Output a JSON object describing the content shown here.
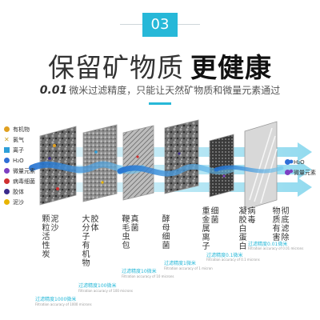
{
  "badge": "03",
  "title_main": "保留矿物质",
  "title_bold": "更健康",
  "subtitle_num": "0.01",
  "subtitle_text": "微米过滤精度，只能让天然矿物质和微量元素通过",
  "legend": [
    {
      "label": "有机物",
      "icon": "organic-icon",
      "color": "#e0a020"
    },
    {
      "label": "氯气",
      "icon": "chlorine-icon",
      "color": "#c9a227"
    },
    {
      "label": "离子",
      "icon": "ion-icon",
      "color": "#2e9fd9"
    },
    {
      "label": "H₂O",
      "icon": "water-icon",
      "color": "#2f6fd6"
    },
    {
      "label": "微量元素",
      "icon": "trace-element-icon",
      "color": "#7d3fc2"
    },
    {
      "label": "病毒细菌",
      "icon": "virus-icon",
      "color": "#d03030"
    },
    {
      "label": "胶体",
      "icon": "colloid-icon",
      "color": "#3a2a8c"
    },
    {
      "label": "泥沙",
      "icon": "sediment-icon",
      "color": "#e8b400"
    }
  ],
  "right_legend": [
    {
      "label": "H₂O",
      "icon": "water-icon",
      "color": "#2f6fd6"
    },
    {
      "label": "微量元素",
      "icon": "trace-element-icon",
      "color": "#7d3fc2"
    }
  ],
  "stages": [
    {
      "label": "泥沙\n颗粒活性炭",
      "accuracy": "过滤精度1000微米",
      "accuracy_en": "Filtration accuracy of 1000 microns"
    },
    {
      "label": "胶体\n大分子有机物",
      "accuracy": "过滤精度100微米",
      "accuracy_en": "Filtration accuracy of 100 microns"
    },
    {
      "label": "真菌\n鞭毛虫包",
      "accuracy": "过滤精度10微米",
      "accuracy_en": "Filtration accuracy of 10 microns"
    },
    {
      "label": "酵母细菌\n",
      "accuracy": "过滤精度1微米",
      "accuracy_en": "Filtration accuracy of 1 micron"
    },
    {
      "label": "细菌\n重金属离子",
      "accuracy": "过滤精度0.1微米",
      "accuracy_en": "Filtration accuracy of 0.1 microns"
    },
    {
      "label": "病毒\n凝胶白蛋白",
      "accuracy": "过滤精度0.01微米",
      "accuracy_en": "Filtration accuracy of 0.01 microns"
    },
    {
      "label": "彻底滤除\n物质有害",
      "accuracy": "",
      "accuracy_en": ""
    }
  ]
}
